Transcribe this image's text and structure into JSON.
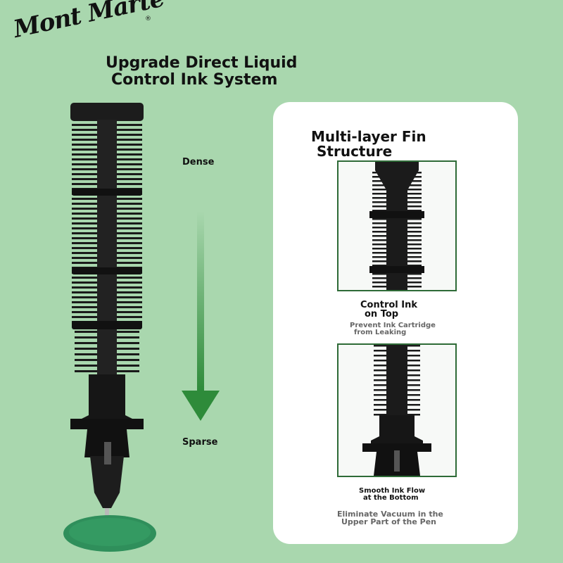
{
  "brand": {
    "logo_text": "Mont Marte",
    "registered": "®"
  },
  "headline": {
    "line1": "Upgrade Direct Liquid",
    "line2": "Control Ink System"
  },
  "flow_labels": {
    "top": "Dense",
    "bottom": "Sparse"
  },
  "panel": {
    "title_line1": "Multi-layer Fin",
    "title_line2": "Structure",
    "feature1": {
      "title_line1": "Control Ink",
      "title_line2": "on Top",
      "sub_line1": "Prevent Ink Cartridge",
      "sub_line2": "from Leaking"
    },
    "feature2": {
      "title_line1": "Smooth Ink Flow",
      "title_line2": "at the Bottom",
      "sub_line1": "Eliminate Vacuum in the",
      "sub_line2": "Upper Part of the Pen"
    }
  },
  "colors": {
    "background": "#a9d7ae",
    "arrow": "#2e8b3a",
    "ink_pool": "#2f8f5b",
    "panel_border": "#2e6b37"
  }
}
